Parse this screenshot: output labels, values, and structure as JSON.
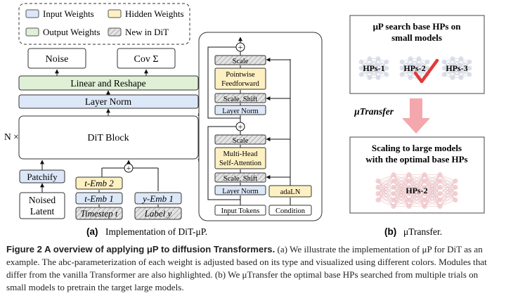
{
  "legend": {
    "input": "Input Weights",
    "hidden": "Hidden Weights",
    "output": "Output Weights",
    "new": "New in DiT"
  },
  "left": {
    "noise": "Noise",
    "cov": "Cov Σ",
    "linear_reshape": "Linear and Reshape",
    "layer_norm": "Layer Norm",
    "n_times": "N ×",
    "dit_block": "DiT Block",
    "patchify": "Patchify",
    "noised_latent_1": "Noised",
    "noised_latent_2": "Latent",
    "t_emb2": "t-Emb 2",
    "t_emb1": "t-Emb 1",
    "y_emb1": "y-Emb 1",
    "timestep": "Timestep t",
    "label": "Label y"
  },
  "block": {
    "scale": "Scale",
    "ffn_1": "Pointwise",
    "ffn_2": "Feedforward",
    "scale_shift": "Scale, Shift",
    "layer_norm": "Layer Norm",
    "attn_1": "Multi-Head",
    "attn_2": "Self-Attention",
    "adaln": "adaLN",
    "input_tokens": "Input Tokens",
    "condition": "Condition",
    "plus": "+"
  },
  "right": {
    "search_1": "μP search base HPs on",
    "search_2": "small models",
    "hps1": "HPs-1",
    "hps2": "HPs-2",
    "hps3": "HPs-3",
    "transfer": "μTransfer",
    "scale_1": "Scaling to large models",
    "scale_2": "with the optimal base HPs",
    "hps2_big": "HPs-2"
  },
  "subcaptions": {
    "a_tag": "(a)",
    "a_text": "Implementation of DiT-μP.",
    "b_tag": "(b)",
    "b_text": "μTransfer."
  },
  "caption": {
    "lead": "Figure 2  A overview of applying μP to diffusion Transformers.",
    "body": " (a) We illustrate the implementation of μP for DiT as an example. The abc-parameterization of each weight is adjusted based on its type and visualized using different colors. Modules that differ from the vanilla Transformer are also highlighted. (b) We μTransfer the optimal base HPs searched from multiple trials on small models to pretrain the target large models."
  },
  "colors": {
    "input": "#dce8f7",
    "hidden": "#fdf0c2",
    "output": "#dff0d6",
    "new": "#dcdcdc",
    "accent_red": "#e23a3a",
    "pink_arrow": "#f4a8ad"
  }
}
